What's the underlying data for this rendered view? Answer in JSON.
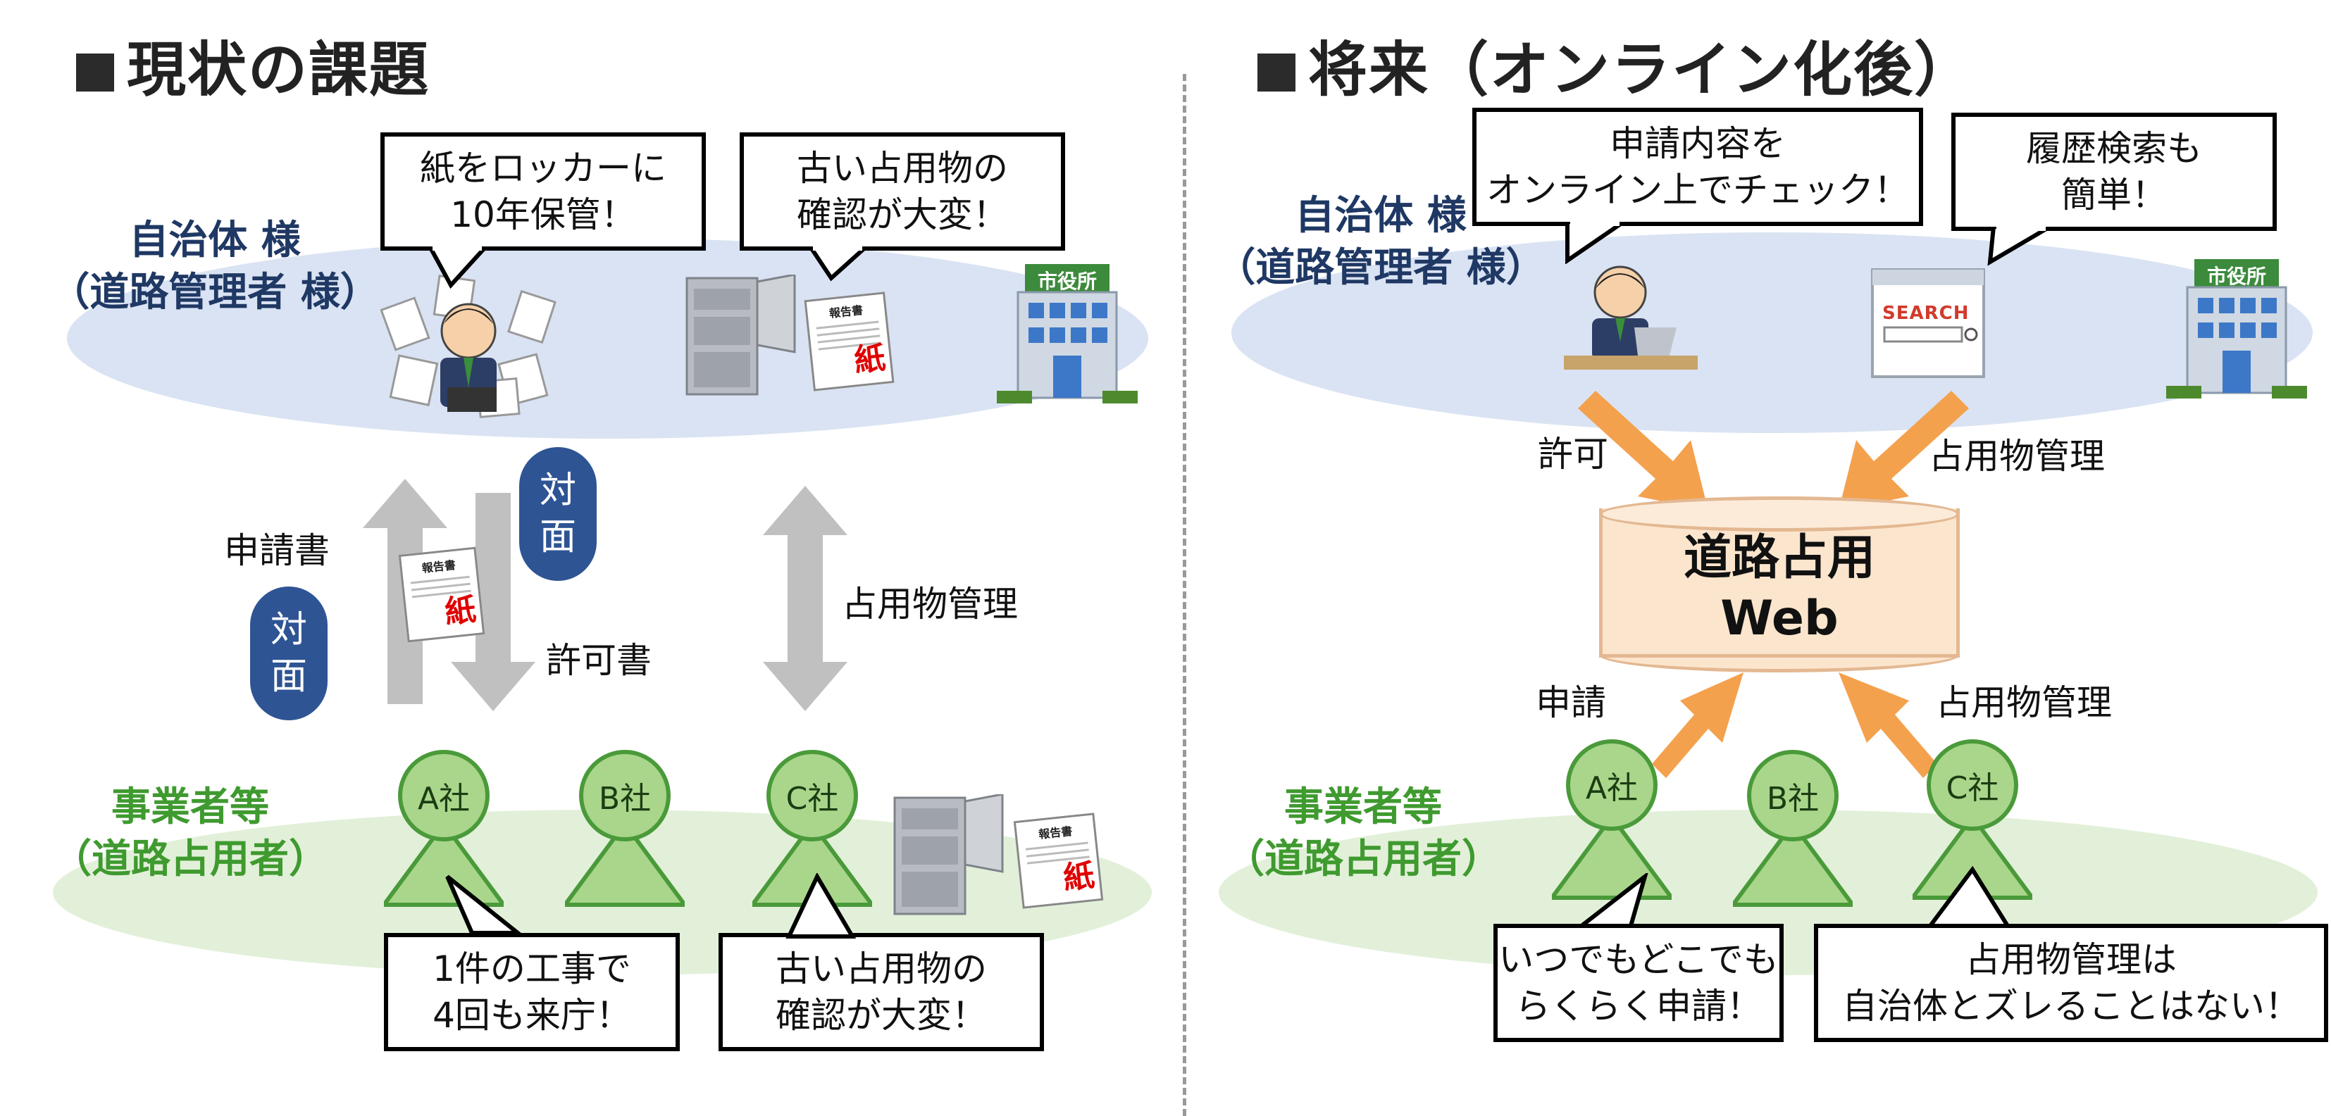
{
  "left": {
    "title": "現状の課題",
    "gov_label": [
      "自治体 様",
      "（道路管理者 様）"
    ],
    "biz_label": [
      "事業者等",
      "（道路占用者）"
    ],
    "bubble_locker": [
      "紙をロッカーに",
      "10年保管！"
    ],
    "bubble_old_gov": [
      "古い占用物の",
      "確認が大変！"
    ],
    "bubble_visits": [
      "1件の工事で",
      "4回も来庁！"
    ],
    "bubble_old_biz": [
      "古い占用物の",
      "確認が大変！"
    ],
    "label_application": "申請書",
    "label_permit": "許可書",
    "label_occupancy": "占用物管理",
    "face_to_face_1": [
      "対",
      "面"
    ],
    "face_to_face_2": [
      "対",
      "面"
    ],
    "companies": [
      "A社",
      "B社",
      "C社"
    ],
    "paper_header": "報告書",
    "paper_mark": "紙",
    "city_hall_sign": "市役所"
  },
  "right": {
    "title": "将来（オンライン化後）",
    "gov_label": [
      "自治体 様",
      "（道路管理者 様）"
    ],
    "biz_label": [
      "事業者等",
      "（道路占用者）"
    ],
    "bubble_online_check": [
      "申請内容を",
      "オンライン上でチェック！"
    ],
    "bubble_history": [
      "履歴検索も",
      "簡単！"
    ],
    "bubble_anytime": [
      "いつでもどこでも",
      "らくらく申請！"
    ],
    "bubble_consistency": [
      "占用物管理は",
      "自治体とズレることはない！"
    ],
    "label_permit": "許可",
    "label_occupancy_top": "占用物管理",
    "label_application": "申請",
    "label_occupancy_bottom": "占用物管理",
    "database": [
      "道路占用",
      "Web"
    ],
    "companies": [
      "A社",
      "B社",
      "C社"
    ],
    "search_text": "SEARCH",
    "city_hall_sign": "市役所"
  },
  "colors": {
    "gov_text": "#1f3864",
    "biz_text": "#3f9a2f",
    "gov_ellipse": "#dae3f3",
    "biz_ellipse": "#e2f0d9",
    "face_badge": "#2e5494",
    "arrow_gray": "#c0c0c0",
    "arrow_orange": "#f4a14e",
    "db_fill": "#fce5cd"
  }
}
